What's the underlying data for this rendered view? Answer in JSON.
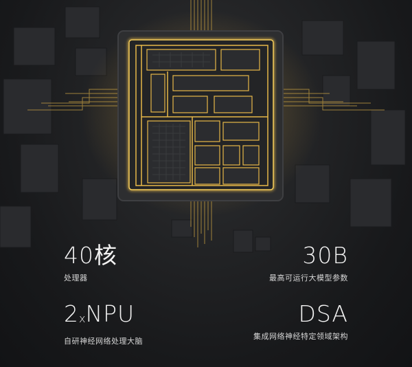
{
  "stats": {
    "cores": {
      "value": "40核",
      "label": "处理器"
    },
    "params": {
      "value": "30B",
      "label": "最高可运行大模型参数"
    },
    "npu": {
      "prefix": "2",
      "mid": "x",
      "suffix": "NPU",
      "label": "自研神经网络处理大脑"
    },
    "dsa": {
      "value": "DSA",
      "label": "集成网络神经特定领域架构"
    }
  },
  "colors": {
    "glow": "#f2c24a",
    "trace": "#c9a243",
    "chip": "#2a2b2d",
    "background": "#1b1c1e",
    "text": "#f2f2f2"
  }
}
